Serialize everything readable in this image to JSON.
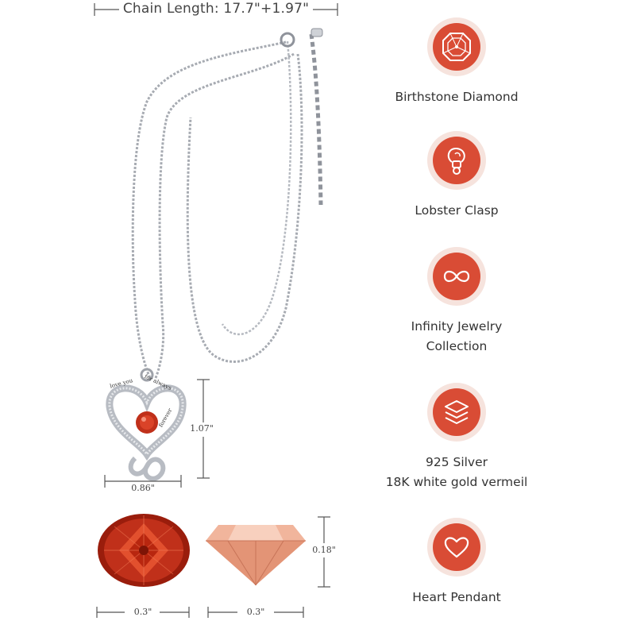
{
  "chain_length_label": "Chain Length: 17.7\"+1.97\"",
  "dimensions": {
    "pendant_height": "1.07\"",
    "pendant_width": "0.86\"",
    "stone_diameter": "0.3\"",
    "stone_width": "0.3\"",
    "stone_depth": "0.18\""
  },
  "pendant_engraving": {
    "left": "love you",
    "right": "for always",
    "inner": "forever"
  },
  "features": [
    {
      "icon": "diamond-icon",
      "line1": "Birthstone Diamond",
      "line2": ""
    },
    {
      "icon": "lobster-clasp-icon",
      "line1": "Lobster Clasp",
      "line2": ""
    },
    {
      "icon": "infinity-icon",
      "line1": "Infinity Jewelry",
      "line2": "Collection"
    },
    {
      "icon": "layers-icon",
      "line1": "925 Silver",
      "line2": "18K white gold vermeil"
    },
    {
      "icon": "heart-icon",
      "line1": "Heart Pendant",
      "line2": ""
    }
  ],
  "colors": {
    "accent": "#d94c35",
    "badge_ring": "#f6e3dd",
    "stone_red": "#c0301a",
    "stone_peach": "#e9a48a",
    "silver": "#b9bcc2"
  }
}
